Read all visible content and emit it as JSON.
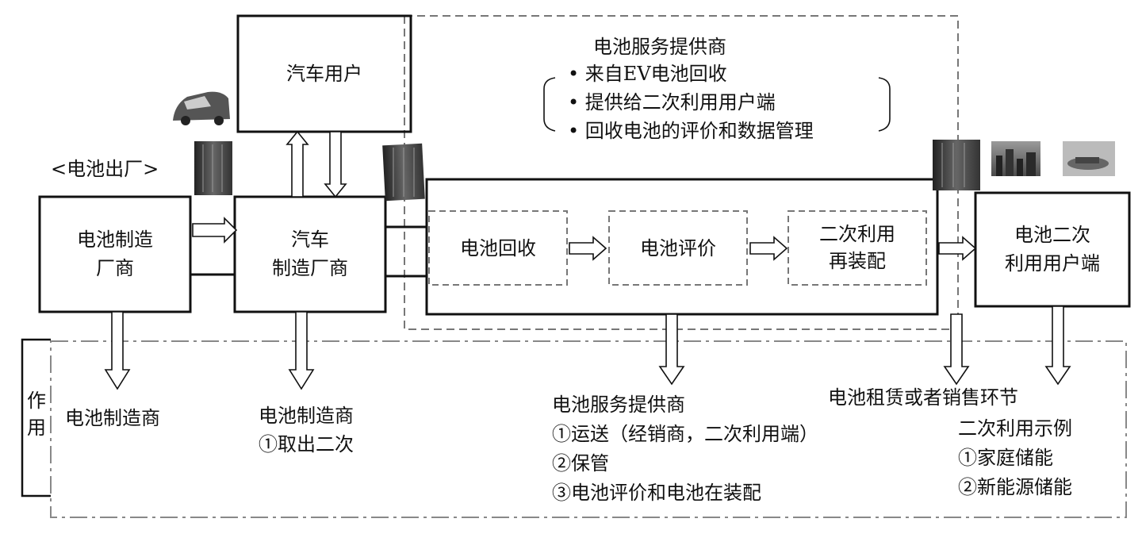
{
  "nodes": {
    "car_user": "汽车用户",
    "battery_maker_box": [
      "电池制造",
      "厂商"
    ],
    "car_maker_box": [
      "汽车",
      "制造厂商"
    ],
    "recycle": "电池回收",
    "evaluate": "电池评价",
    "reassemble": [
      "二次利用",
      "再装配"
    ],
    "second_use_user": [
      "电池二次",
      "利用用户端"
    ]
  },
  "factory_label": "<电池出厂>",
  "service_provider": {
    "title": "电池服务提供商",
    "items": [
      "来自EV电池回收",
      "提供给二次利用用户端",
      "回收电池的评价和数据管理"
    ]
  },
  "roles": {
    "label": [
      "作",
      "用"
    ],
    "battery_maker": "电池制造商",
    "car_maker": [
      "电池制造商",
      "①取出二次"
    ],
    "service": [
      "电池服务提供商",
      "①运送（经销商，二次利用端）",
      "②保管",
      "③电池评价和电池在装配"
    ],
    "lease": "电池租赁或者销售环节",
    "example": [
      "二次利用示例",
      "①家庭储能",
      "②新能源储能"
    ]
  },
  "icons": [
    "car-icon",
    "battery-pack-icon",
    "building-photo-icon",
    "energy-storage-photo-icon"
  ]
}
